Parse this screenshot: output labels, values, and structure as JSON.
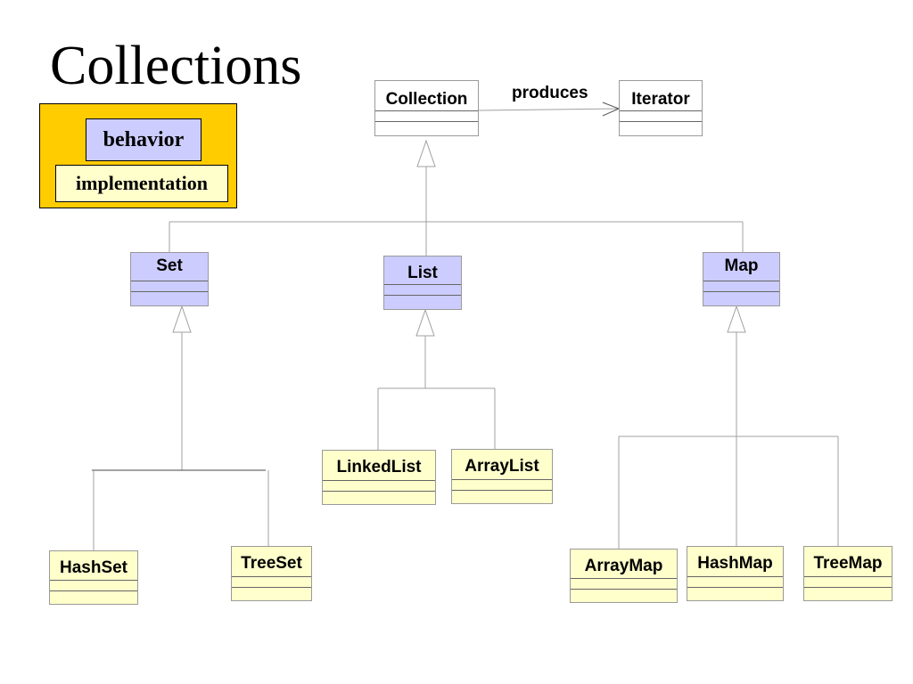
{
  "slide": {
    "title": "Collections"
  },
  "legend": {
    "behavior_label": "behavior",
    "implementation_label": "implementation"
  },
  "diagram": {
    "association_label": "produces",
    "classes": {
      "collection": "Collection",
      "iterator": "Iterator",
      "set": "Set",
      "list": "List",
      "map": "Map",
      "linked_list": "LinkedList",
      "array_list": "ArrayList",
      "hash_set": "HashSet",
      "tree_set": "TreeSet",
      "array_map": "ArrayMap",
      "hash_map": "HashMap",
      "tree_map": "TreeMap"
    }
  },
  "colors": {
    "legend_background": "#ffcc00",
    "interface_fill": "#ccccff",
    "implementation_fill": "#ffffcc",
    "line": "#a0a0a0"
  }
}
